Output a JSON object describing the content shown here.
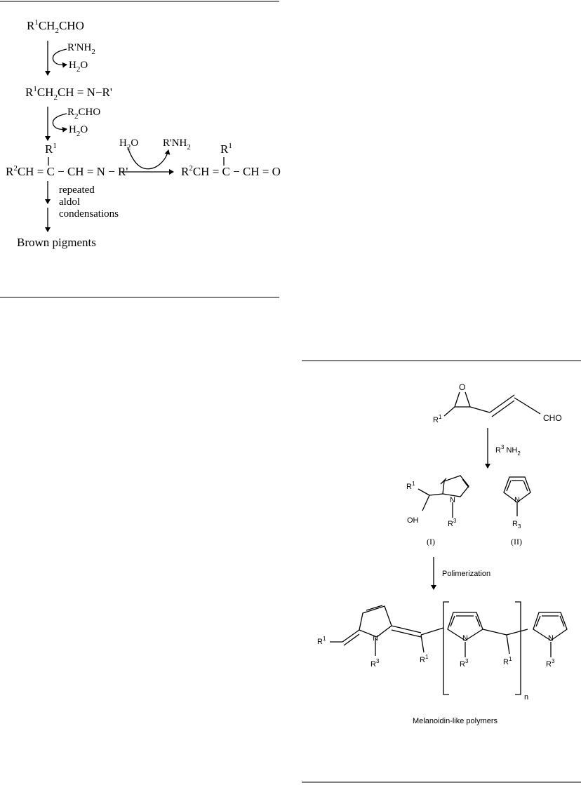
{
  "scheme1": {
    "reactant": {
      "main": "R",
      "sup": "1",
      "rest_a": "CH",
      "sub": "2",
      "rest_b": "CHO"
    },
    "reagent1": {
      "a": "R'NH",
      "sub": "2"
    },
    "byproduct1": {
      "a": "H",
      "sub": "2",
      "b": "O"
    },
    "imine": {
      "a": "R",
      "sup": "1",
      "b": "CH",
      "sub": "2",
      "c": "CH = N−R'"
    },
    "reagent2": {
      "a": "R",
      "sub": "2",
      "b": "CHO"
    },
    "byproduct2": {
      "a": "H",
      "sub": "2",
      "b": "O"
    },
    "substituent_top": {
      "a": "R",
      "sup": "1"
    },
    "unsaturated_imine": {
      "a": "R",
      "sup": "2",
      "b": "CH = C − CH = N − R'"
    },
    "water_in": {
      "a": "H",
      "sub": "2",
      "b": "O"
    },
    "amine_out": {
      "a": "R'NH",
      "sub": "2"
    },
    "substituent_right": {
      "a": "R",
      "sup": "1"
    },
    "unsaturated_aldehyde": {
      "a": "R",
      "sup": "2",
      "b": "CH = C − CH = O"
    },
    "condensation_note": [
      "repeated",
      "aldol",
      "condensations"
    ],
    "final_product": "Brown pigments"
  },
  "scheme2": {
    "epoxide_o": "O",
    "epoxide_r": {
      "a": "R",
      "sup": "1"
    },
    "aldehyde_group": "CHO",
    "amine_reagent": {
      "a": "R",
      "sup": "3",
      "b": " NH",
      "sub": "2"
    },
    "pyrrole_I": {
      "r1": "R",
      "r1_sup": "1",
      "oh": "OH",
      "n": "N",
      "r3": "R",
      "r3_sup": "3",
      "label": "(I)"
    },
    "pyrrole_II": {
      "n": "N",
      "r3": "R",
      "r3_sub": "3",
      "label": "(II)"
    },
    "polymerization_label": "Polimerization",
    "polymer": {
      "r1_left": {
        "a": "R",
        "sup": "1"
      },
      "n1": "N",
      "r3_a": {
        "a": "R",
        "sup": "3"
      },
      "r1_mid": {
        "a": "R",
        "sup": "1"
      },
      "n2": "N",
      "r3_b": {
        "a": "R",
        "sup": "3"
      },
      "r1_right": {
        "a": "R",
        "sup": "1"
      },
      "n3": "N",
      "r3_c": {
        "a": "R",
        "sup": "3"
      },
      "repeat": "n"
    },
    "caption": "Melanoidin-like polymers"
  }
}
